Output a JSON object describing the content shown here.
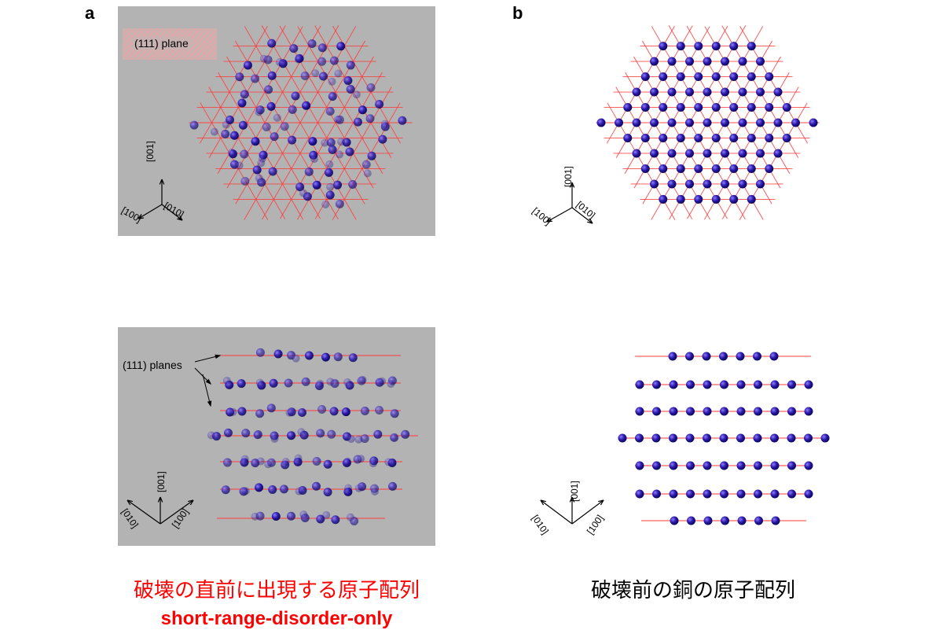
{
  "figure": {
    "panel_letters": [
      "a",
      "b"
    ],
    "inset_top": "(111) plane",
    "planes_label": "(111) planes",
    "axes_top": {
      "up": "[001]",
      "left": "[100]",
      "right": "[010]"
    },
    "axes_bottom": {
      "up": "[001]",
      "left": "[010]",
      "right": "[100]"
    },
    "caption_left_jp": "破壊の直前に出現する原子配列",
    "caption_left_en": "short-range-disorder-only",
    "caption_right_jp": "破壊前の銅の原子配列"
  },
  "colors": {
    "lattice_line": "#ff3b3b",
    "atom": "#2a18a8",
    "panel_bg": "#b3b3b3",
    "caption_red": "#ff0000"
  }
}
